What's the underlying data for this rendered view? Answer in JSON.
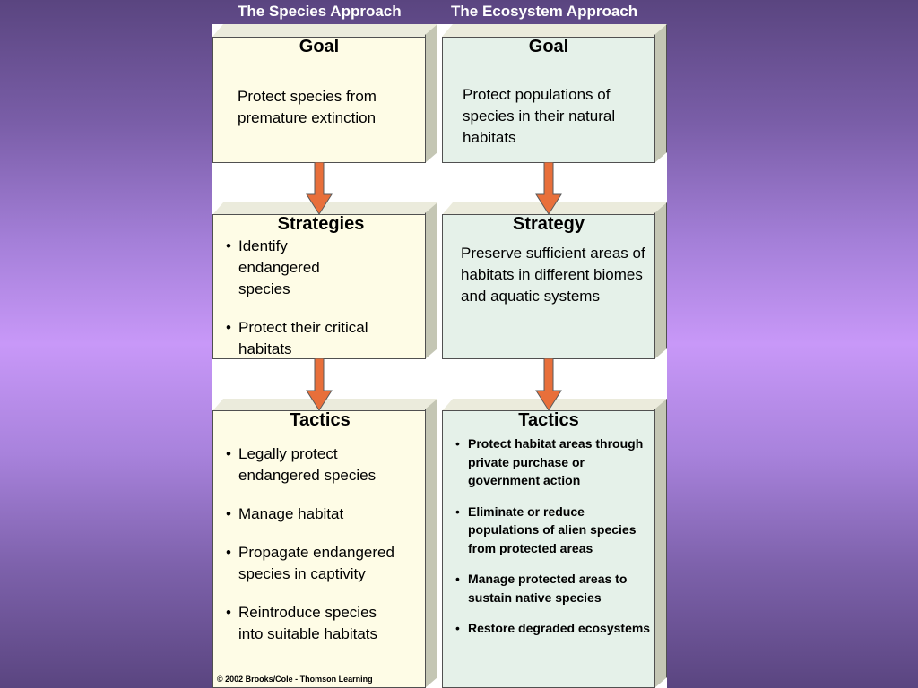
{
  "headers": {
    "species": "The Species Approach",
    "ecosystem": "The Ecosystem Approach"
  },
  "species": {
    "goal_title": "Goal",
    "goal_text": "Protect species from premature extinction",
    "strategies_title": "Strategies",
    "strategies": [
      "Identify endangered species",
      "Protect their critical habitats"
    ],
    "tactics_title": "Tactics",
    "tactics": [
      "Legally protect endangered species",
      "Manage habitat",
      "Propagate endangered species in captivity",
      "Reintroduce species into suitable habitats"
    ]
  },
  "ecosystem": {
    "goal_title": "Goal",
    "goal_text": "Protect populations of species in their natural habitats",
    "strategy_title": "Strategy",
    "strategy_text": "Preserve sufficient areas of habitats in different biomes and aquatic systems",
    "tactics_title": "Tactics",
    "tactics": [
      "Protect habitat areas through private purchase or government action",
      "Eliminate or reduce populations of alien species from protected areas",
      "Manage protected areas to sustain native species",
      "Restore degraded ecosystems"
    ]
  },
  "copyright": "© 2002 Brooks/Cole - Thomson Learning",
  "colors": {
    "species_box": "#fefce6",
    "ecosystem_box": "#e5f1e9",
    "arrow": "#e86f3a",
    "side": "#c4c6b4"
  }
}
